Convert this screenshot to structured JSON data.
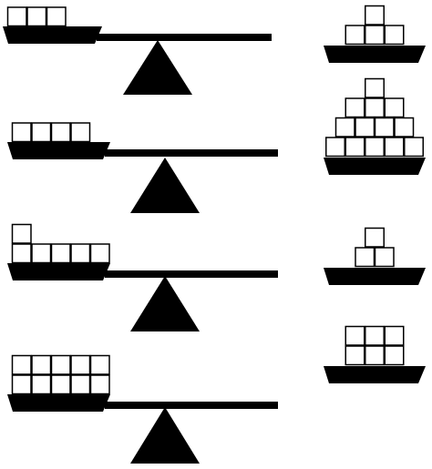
{
  "colors": {
    "fill": "#000000",
    "box_fill": "#ffffff",
    "box_stroke": "#000000",
    "background": "#ffffff"
  },
  "seesaws": [
    {
      "id": "seesaw-1",
      "stacked_boxes_by_row": [
        3
      ]
    },
    {
      "id": "seesaw-2",
      "stacked_boxes_by_row": [
        4
      ]
    },
    {
      "id": "seesaw-3",
      "stacked_boxes_by_row": [
        5,
        1
      ]
    },
    {
      "id": "seesaw-4",
      "stacked_boxes_by_row": [
        5,
        5
      ]
    }
  ],
  "answer_boats": [
    {
      "id": "boat-a",
      "stacked_boxes_by_row": [
        3,
        1
      ]
    },
    {
      "id": "boat-b",
      "stacked_boxes_by_row": [
        5,
        4,
        3,
        1
      ]
    },
    {
      "id": "boat-c",
      "stacked_boxes_by_row": [
        2,
        1
      ]
    },
    {
      "id": "boat-d",
      "stacked_boxes_by_row": [
        3,
        3
      ]
    }
  ]
}
